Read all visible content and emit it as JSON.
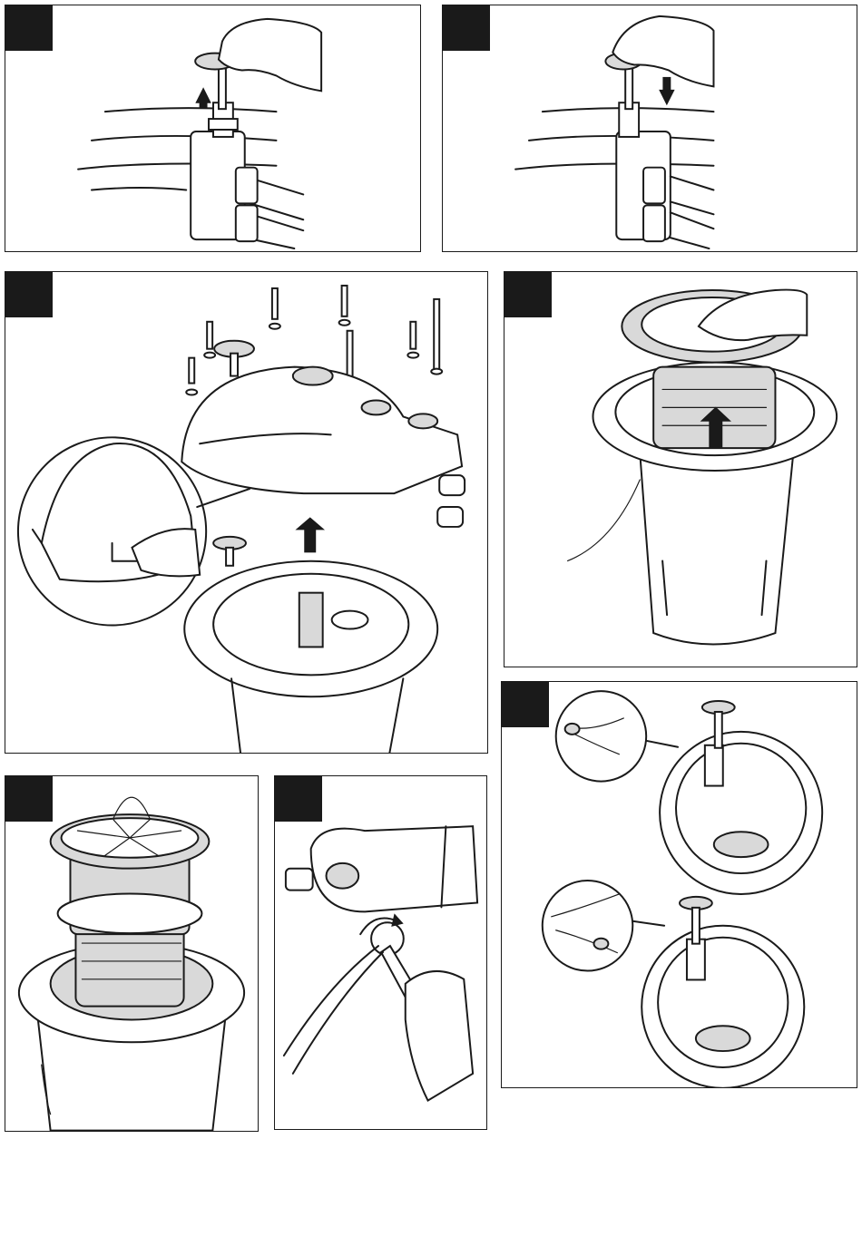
{
  "page": {
    "background": "#ffffff",
    "ink_color": "#1a1a1a",
    "badge_color": "#1a1a1a",
    "part_shade_color": "#d9d9d9"
  },
  "panels": [
    {
      "id": "valve-handle-pull-up",
      "arrow": "up",
      "icons": [
        "hand-icon",
        "valve-handle-icon",
        "hose-icon"
      ]
    },
    {
      "id": "valve-handle-push-down",
      "arrow": "down",
      "icons": [
        "hand-icon",
        "valve-handle-icon",
        "hose-icon"
      ]
    },
    {
      "id": "lid-removal-exploded",
      "arrow": "up",
      "icons": [
        "bolt-icon",
        "washer-icon",
        "filter-lid-icon",
        "hex-key-icon",
        "magnifier-detail-icon"
      ]
    },
    {
      "id": "cartridge-lift-out",
      "arrow": "up",
      "icons": [
        "hand-icon",
        "cartridge-icon",
        "filter-tank-icon"
      ]
    },
    {
      "id": "cartridge-installed",
      "arrow": "none",
      "icons": [
        "cartridge-icon",
        "filter-tank-icon"
      ]
    },
    {
      "id": "drain-plug-wrench",
      "arrow": "rotate",
      "icons": [
        "wrench-icon",
        "hand-icon",
        "drain-plug-icon"
      ]
    },
    {
      "id": "sensor-wire-routing",
      "arrow": "in",
      "icons": [
        "wire-detail-icon",
        "filter-ring-icon"
      ]
    }
  ]
}
